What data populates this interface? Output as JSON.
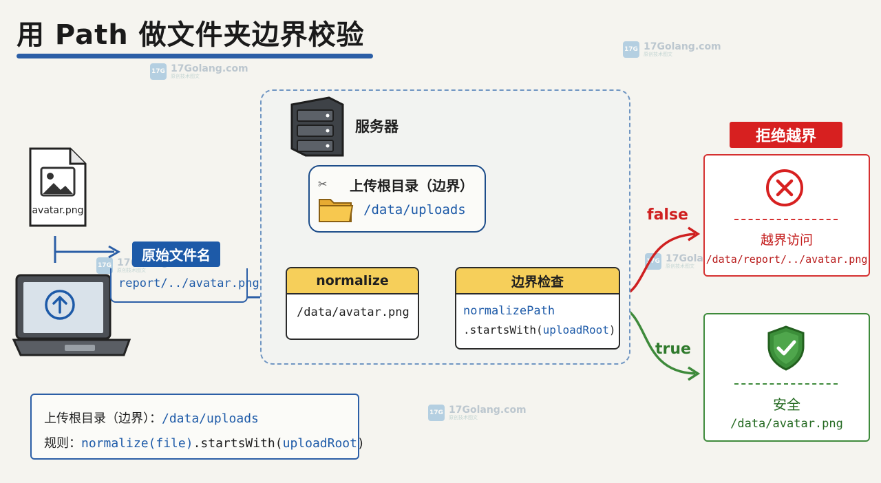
{
  "title": "用 Path 做文件夹边界校验",
  "watermark": {
    "text": "17Golang.com",
    "sub": "原创技术图文",
    "logo": "17G"
  },
  "file": {
    "name": "avatar.png",
    "icon": "image-file-icon"
  },
  "laptop": {
    "icon": "upload-arrow-icon"
  },
  "original_name": {
    "label": "原始文件名",
    "value": "report/../avatar.png"
  },
  "server": {
    "label": "服务器",
    "icon": "server-rack-icon"
  },
  "upload_root": {
    "label": "上传根目录（边界）",
    "path": "/data/uploads",
    "icon": "folder-icon"
  },
  "normalize": {
    "title": "normalize",
    "value": "/data/avatar.png"
  },
  "boundary_check": {
    "title": "边界检查",
    "line1": "normalizePath",
    "line2": ".startsWith(uploadRoot)"
  },
  "branches": {
    "false_label": "false",
    "true_label": "true"
  },
  "reject": {
    "tag": "拒绝越界",
    "title": "越界访问",
    "path": "/data/report/../avatar.png",
    "icon": "error-x-icon"
  },
  "safe": {
    "title": "安全",
    "path": "/data/avatar.png",
    "icon": "shield-check-icon"
  },
  "rules": {
    "line1_label": "上传根目录（边界）：",
    "line1_value": "/data/uploads",
    "line2_label": "规则：",
    "line2_value": "normalize(file).startsWith(uploadRoot)"
  },
  "colors": {
    "blue": "#1d5aa8",
    "red": "#d72020",
    "green": "#3e8a3b",
    "yellow": "#f6cf5a"
  }
}
